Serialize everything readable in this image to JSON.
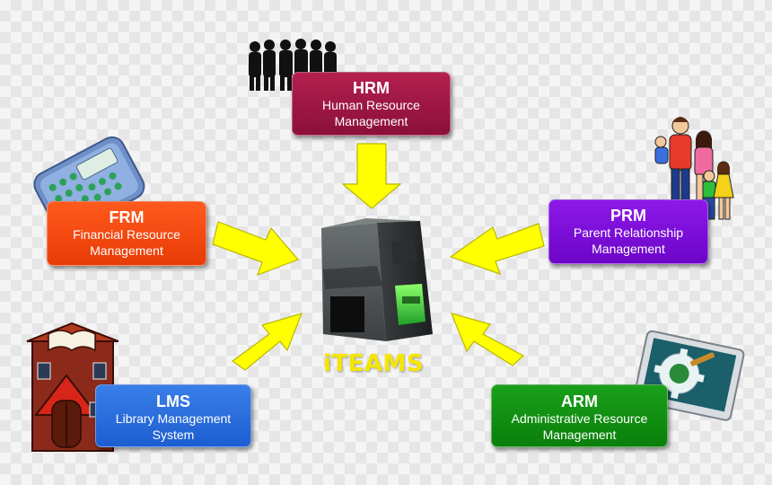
{
  "center": {
    "title": "iTEAMS",
    "icon": "server-machine-icon"
  },
  "modules": {
    "hrm": {
      "code": "HRM",
      "name_line1": "Human Resource",
      "name_line2": "Management",
      "color": "#9e1544",
      "icon": "people-silhouette-icon"
    },
    "frm": {
      "code": "FRM",
      "name_line1": "Financial Resource",
      "name_line2": "Management",
      "color": "#f24a10",
      "icon": "calculator-icon"
    },
    "prm": {
      "code": "PRM",
      "name_line1": "Parent Relationship",
      "name_line2": "Management",
      "color": "#7d0fd8",
      "icon": "family-icon"
    },
    "lms": {
      "code": "LMS",
      "name_line1": "Library Management",
      "name_line2": "System",
      "color": "#2a6ddc",
      "icon": "library-building-icon"
    },
    "arm": {
      "code": "ARM",
      "name_line1": "Administrative Resource",
      "name_line2": "Management",
      "color": "#12901a",
      "icon": "gear-tools-icon"
    }
  },
  "colors": {
    "arrow": "#ffff00",
    "arrow_outline": "#b8b800",
    "center_label": "#f5e600"
  }
}
